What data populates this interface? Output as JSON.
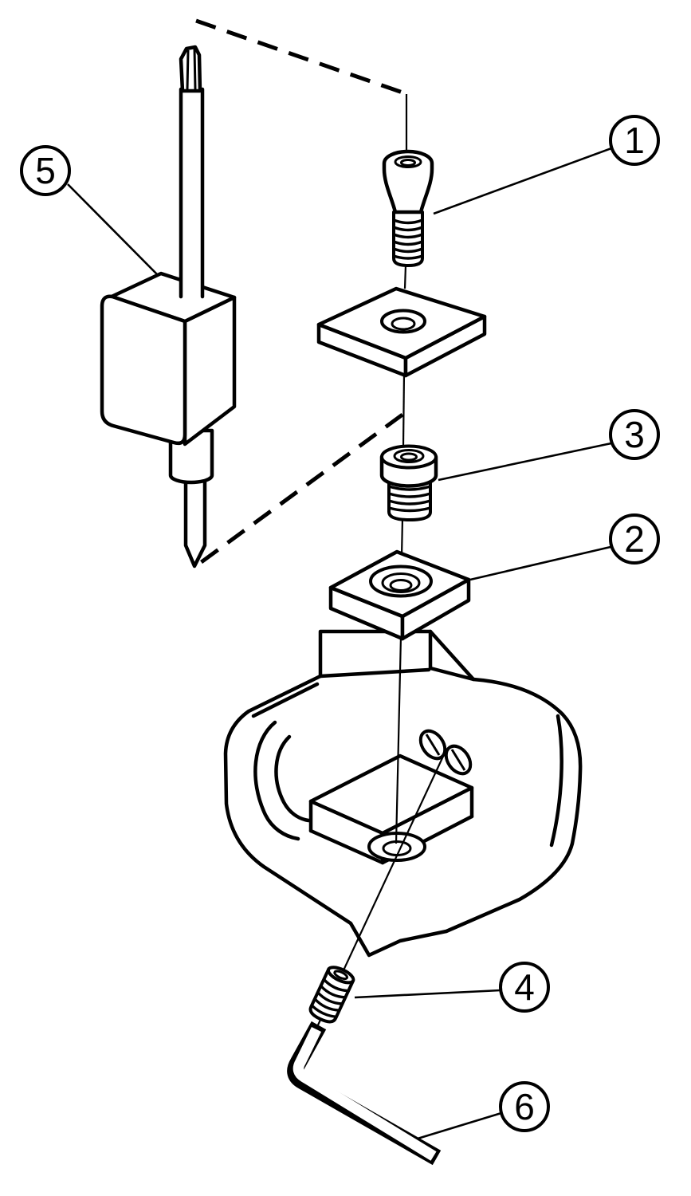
{
  "diagram": {
    "background_color": "#ffffff",
    "line_color": "#000000",
    "callouts": [
      {
        "label": "1",
        "part": "insert-screw"
      },
      {
        "label": "2",
        "part": "shim-plate"
      },
      {
        "label": "3",
        "part": "shim-screw"
      },
      {
        "label": "4",
        "part": "set-screw"
      },
      {
        "label": "5",
        "part": "torque-driver"
      },
      {
        "label": "6",
        "part": "hex-key"
      }
    ]
  }
}
